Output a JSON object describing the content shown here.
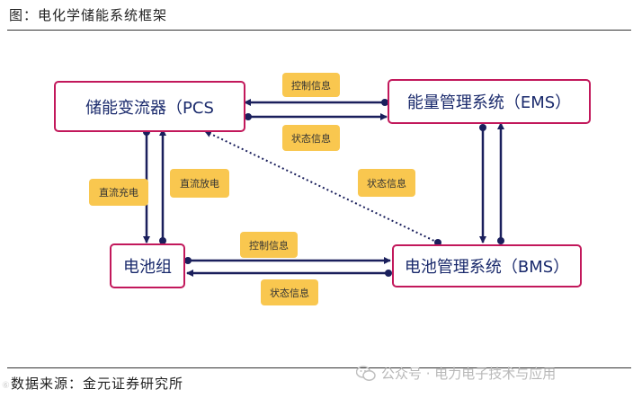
{
  "figure": {
    "title": "图：电化学储能系统框架",
    "source": "数据来源：金元证券研究所",
    "watermark": "公众号 · 电力电子技术与应用",
    "corner_mark": "⑥"
  },
  "nodes": {
    "pcs": "储能变流器（PCS",
    "ems": "能量管理系统（EMS）",
    "battery": "电池组",
    "bms": "电池管理系统（BMS）"
  },
  "labels": {
    "pcs_ems_control": "控制信息",
    "pcs_ems_status": "状态信息",
    "bms_pcs_status": "状态信息",
    "dc_charge": "直流充电",
    "dc_discharge": "直流放电",
    "battery_bms_control": "控制信息",
    "battery_bms_status": "状态信息"
  },
  "colors": {
    "node_border": "#c2185b",
    "node_text": "#1a2a6c",
    "arrow": "#1a1f5c",
    "label_bg": "#f9c74f"
  }
}
